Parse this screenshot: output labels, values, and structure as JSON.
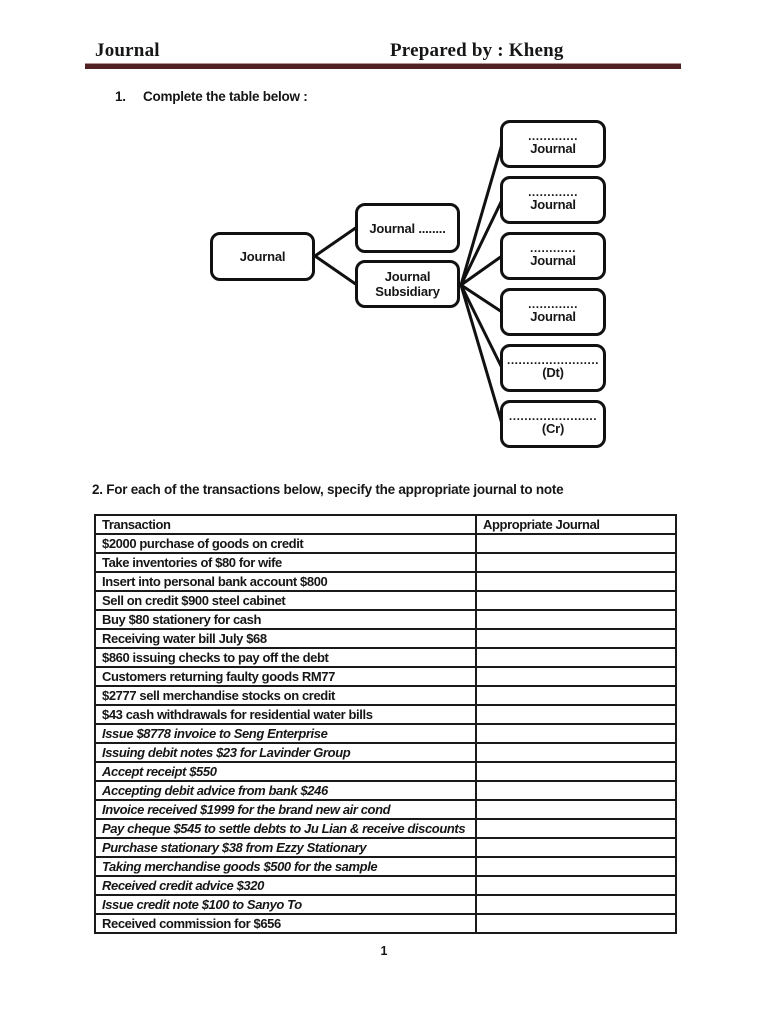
{
  "header": {
    "title": "Journal",
    "prepared_by": "Prepared by : Kheng"
  },
  "q1": {
    "number": "1.",
    "text": "Complete the table below :"
  },
  "diagram": {
    "root_label": "Journal",
    "mid_top_label": "Journal ........",
    "mid_bottom_line1": "Journal",
    "mid_bottom_line2": "Subsidiary",
    "leaves": [
      {
        "name": "journal-blank-1",
        "line1": ".............",
        "line2": "Journal"
      },
      {
        "name": "journal-blank-2",
        "line1": ".............",
        "line2": "Journal"
      },
      {
        "name": "journal-blank-3",
        "line1": "............",
        "line2": "Journal"
      },
      {
        "name": "journal-blank-4",
        "line1": ".............",
        "line2": "Journal"
      },
      {
        "name": "dt-blank",
        "line1": "........................",
        "line2": "(Dt)"
      },
      {
        "name": "cr-blank",
        "line1": ".......................",
        "line2": "(Cr)"
      }
    ]
  },
  "q2": {
    "text": "2. For each of the transactions below, specify the appropriate journal to note"
  },
  "table": {
    "headers": [
      "Transaction",
      "Appropriate Journal"
    ],
    "rows": [
      {
        "text": "$2000 purchase of goods on credit",
        "style": "bold"
      },
      {
        "text": "Take inventories of $80 for wife",
        "style": "bold"
      },
      {
        "text": "Insert into personal bank account $800",
        "style": "bold"
      },
      {
        "text": "Sell on credit $900 steel cabinet",
        "style": "bold"
      },
      {
        "text": "Buy $80 stationery for cash",
        "style": "bold"
      },
      {
        "text": "Receiving water bill July $68",
        "style": "bold"
      },
      {
        "text": "$860 issuing checks to pay off the debt",
        "style": "bold"
      },
      {
        "text": "Customers returning faulty goods RM77",
        "style": "bold"
      },
      {
        "text": "$2777 sell merchandise stocks on credit",
        "style": "bold"
      },
      {
        "text": "$43 cash withdrawals for residential water bills",
        "style": "bold"
      },
      {
        "text": "Issue $8778 invoice to Seng Enterprise",
        "style": "italic"
      },
      {
        "text": "Issuing debit notes $23 for Lavinder Group",
        "style": "italic"
      },
      {
        "text": "Accept receipt $550",
        "style": "italic"
      },
      {
        "text": "Accepting debit advice from bank $246",
        "style": "italic"
      },
      {
        "text": "Invoice received $1999 for the brand new air cond",
        "style": "italic"
      },
      {
        "text": "Pay cheque $545 to settle debts to Ju Lian & receive discounts",
        "style": "italic"
      },
      {
        "text": "Purchase stationary $38 from Ezzy Stationary",
        "style": "italic"
      },
      {
        "text": "Taking merchandise goods $500 for the sample",
        "style": "italic"
      },
      {
        "text": "Received credit advice $320",
        "style": "italic"
      },
      {
        "text": "Issue credit note $100 to Sanyo To",
        "style": "italic"
      },
      {
        "text": "Received commission for $656",
        "style": "bold"
      }
    ]
  },
  "footer": {
    "page_number": "1"
  },
  "colors": {
    "rule": "#4f2123",
    "ink": "#161616",
    "box_border": "#111111"
  }
}
